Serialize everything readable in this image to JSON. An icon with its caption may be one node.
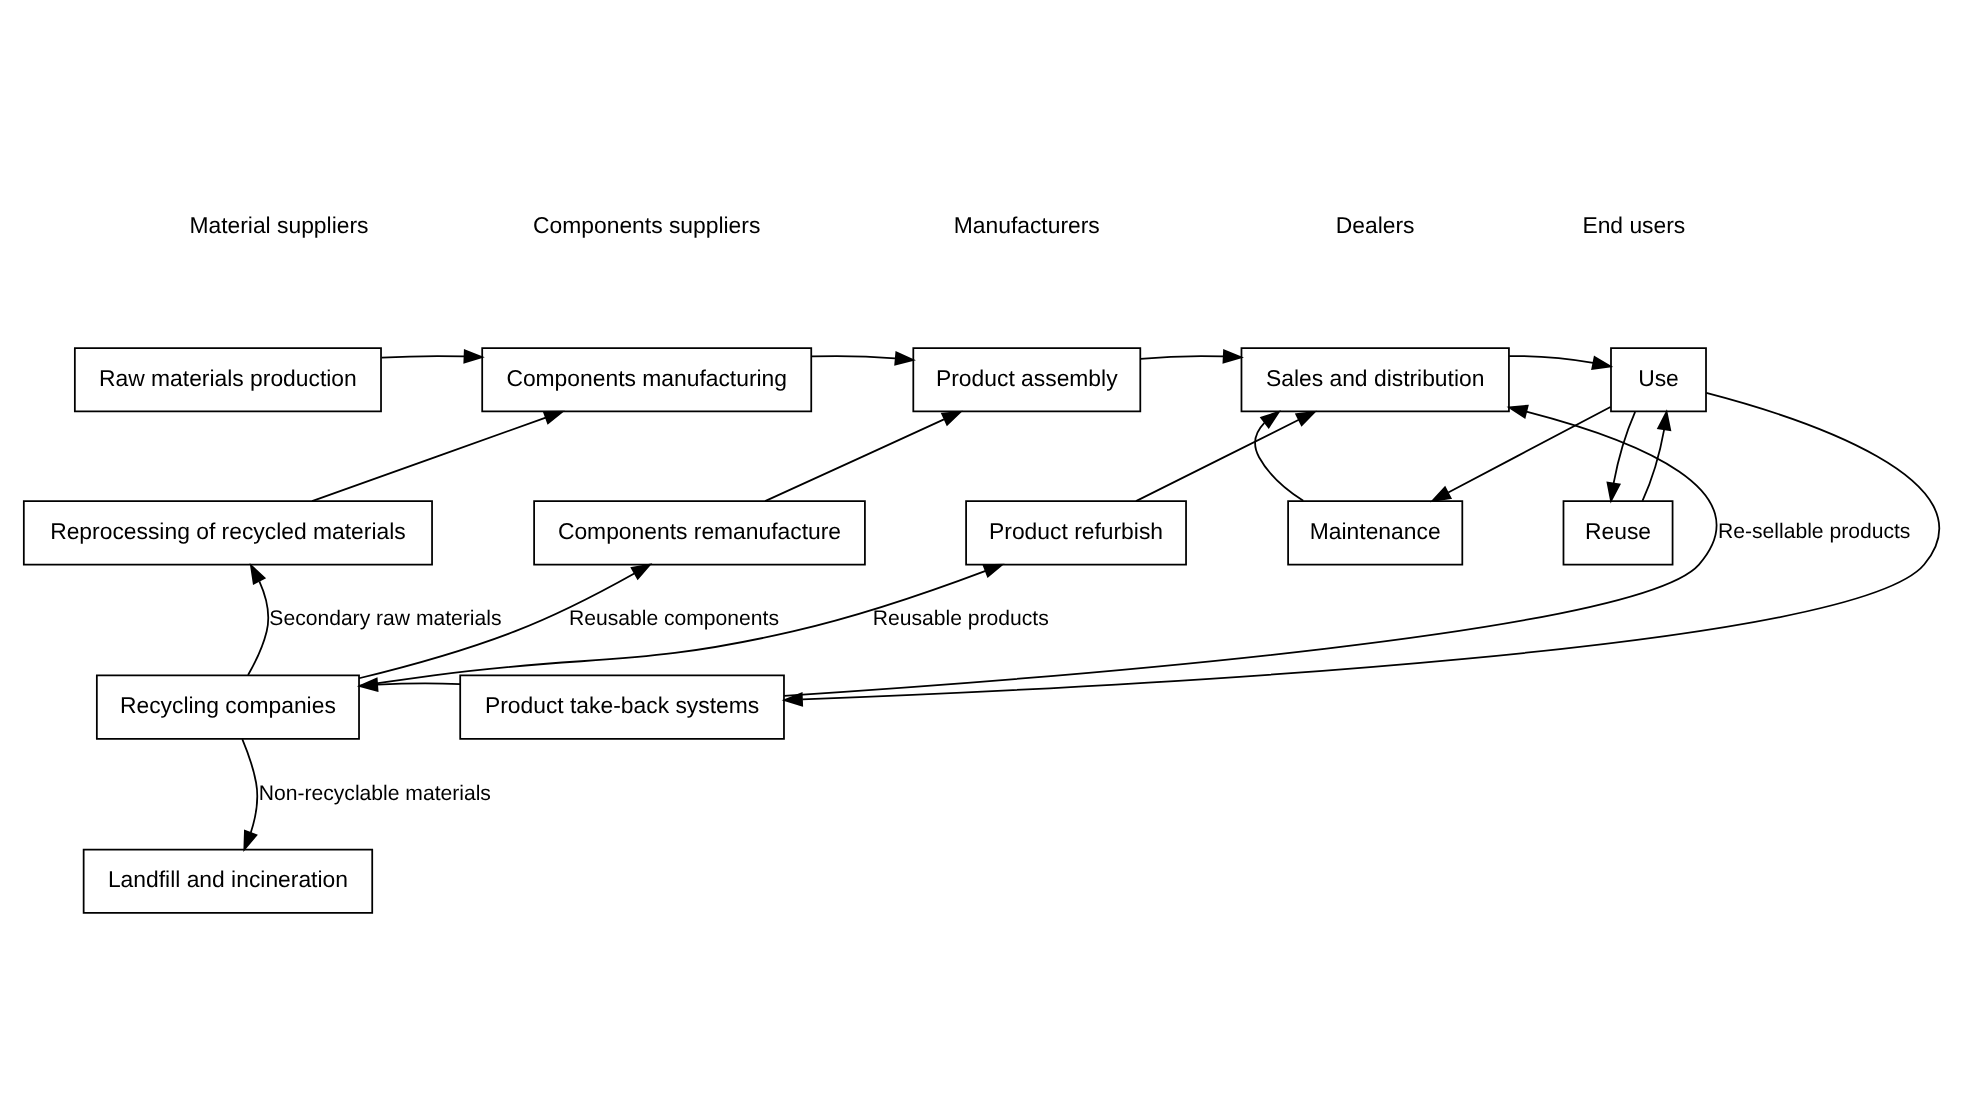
{
  "diagram": {
    "nodes": [
      {
        "text": [
          "Raw materials production"
        ]
      },
      {
        "text": [
          "Components manufacturing"
        ]
      },
      {
        "text": [
          "Product assembly"
        ]
      },
      {
        "text": [
          "Sales and distribution"
        ]
      },
      {
        "text": [
          "Use"
        ]
      },
      {
        "text": [
          "Reprocessing of recycled materials"
        ]
      },
      {
        "text": [
          "Components remanufacture"
        ]
      },
      {
        "text": [
          "Product refurbish"
        ]
      },
      {
        "text": [
          "Maintenance"
        ]
      },
      {
        "text": [
          "Reuse"
        ]
      },
      {
        "text": [
          "Recycling companies"
        ]
      },
      {
        "text": [
          "Product take-back systems"
        ]
      },
      {
        "text": [
          "Landfill and incineration"
        ]
      }
    ],
    "edges": [
      {
        "from": 0,
        "to": 1,
        "arrow": "to"
      },
      {
        "from": 5,
        "to": 1,
        "arrow": "to"
      },
      {
        "from": 1,
        "to": 2,
        "arrow": "to"
      },
      {
        "from": 6,
        "to": 2,
        "arrow": "to"
      },
      {
        "from": 2,
        "to": 3,
        "arrow": "to"
      },
      {
        "from": 7,
        "to": 3,
        "arrow": "to"
      },
      {
        "from": 3,
        "to": 4,
        "arrow": "to"
      },
      {
        "from": 4,
        "to": 8,
        "arrow": "to"
      },
      {
        "from": 8,
        "to": 3,
        "arrow": "to"
      },
      {
        "from": 4,
        "to": 9,
        "arrow": "to"
      },
      {
        "from": 9,
        "to": 4,
        "arrow": "to"
      },
      {
        "from": 4,
        "to": 11,
        "arrow": "to"
      },
      {
        "from": 11,
        "to": 10,
        "arrow": "to"
      },
      {
        "from": 10,
        "to": 5,
        "arrow": "to",
        "label": "Secondary raw materials"
      },
      {
        "from": 10,
        "to": 6,
        "arrow": "to",
        "label": "Reusable components"
      },
      {
        "from": 10,
        "to": 7,
        "arrow": "to",
        "label": "Reusable products"
      },
      {
        "from": 11,
        "to": 3,
        "arrow": "to",
        "label": "Re-sellable products"
      },
      {
        "from": 10,
        "to": 12,
        "arrow": "to",
        "label": "Non-recyclable materials"
      }
    ],
    "labels": [
      "Material suppliers",
      "Components suppliers",
      "Manufacturers",
      "Dealers",
      "End users"
    ]
  }
}
